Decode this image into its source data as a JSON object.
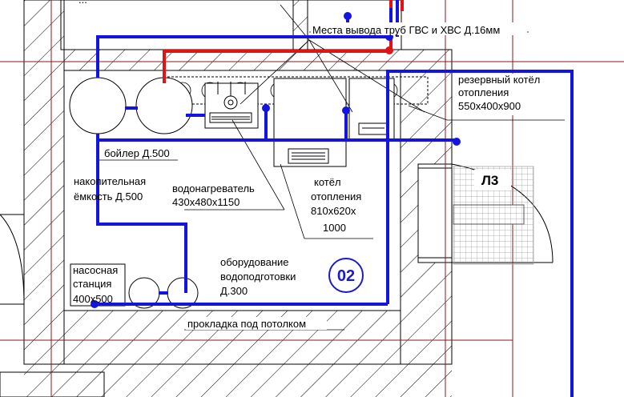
{
  "labels": {
    "top_partial": "...",
    "outlets": "Места вывода труб ГВС и ХВС Д.16мм",
    "reserve_line1": "резервный котёл",
    "reserve_line2": "отопления",
    "reserve_line3": "550х400х900",
    "boiler": "бойлер Д.500",
    "storage_line1": "накопительная",
    "storage_line2": "ёмкость Д.500",
    "heater_line1": "водонагреватель",
    "heater_line2": "430х480х1150",
    "heating_line1": "котёл",
    "heating_line2": "отопления",
    "heating_line3": "810х620х",
    "heating_line4": "1000",
    "zone": "Л3",
    "pump_line1": "насосная",
    "pump_line2": "станция",
    "pump_line3": "400х500",
    "water_line1": "оборудование",
    "water_line2": "водоподготовки",
    "water_line3": "Д.300",
    "room_number": "02",
    "ceiling": "прокладка под потолком"
  },
  "colors": {
    "cold_pipe": "#1414e0",
    "hot_pipe": "#e01414",
    "axis_line": "#8b1a1a",
    "outline": "#000000",
    "room_number": "#1a1acc"
  }
}
